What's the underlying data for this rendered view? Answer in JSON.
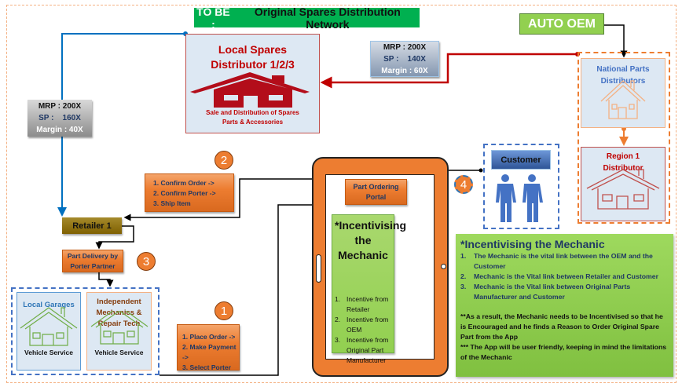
{
  "title": {
    "prefix": "TO BE :",
    "text": "Original Spares Distribution Network"
  },
  "auto_oem": "AUTO OEM",
  "local_spares": {
    "title1": "Local Spares",
    "title2": "Distributor 1/2/3",
    "sub1": "Sale and Distribution of Spares",
    "sub2": "Parts &  Accessories"
  },
  "price_local": {
    "mrp": "MRP : 200X",
    "sp": "SP :    160X",
    "margin": "Margin : 40X"
  },
  "price_national": {
    "mrp": "MRP : 200X",
    "sp": "SP :    140X",
    "margin": "Margin : 60X"
  },
  "national": {
    "line1": "National Parts",
    "line2": "Distributors"
  },
  "region": {
    "line1": "Region 1",
    "line2": "Distributor"
  },
  "customer": "Customer",
  "steps": {
    "one": "1",
    "two": "2",
    "three": "3",
    "four": "4"
  },
  "step2_items": [
    "1. Confirm Order ->",
    "2. Confirm Porter ->",
    "3. Ship Item"
  ],
  "step1_items": [
    "1. Place Order ->",
    "2. Make Payment ->",
    "3. Select Porter"
  ],
  "retailer": "Retailer 1",
  "delivery": {
    "line1": "Part Delivery by",
    "line2": "Porter Partner"
  },
  "garages": {
    "title": "Local Garages",
    "caption": "Vehicle Service"
  },
  "independent": {
    "title1": "Independent",
    "title2": "Mechanics &",
    "title3": "Repair Tech",
    "caption": "Vehicle Service"
  },
  "portal": {
    "line1": "Part Ordering",
    "line2": "Portal"
  },
  "tablet_box": {
    "title1": "*Incentivising",
    "title2": "the Mechanic",
    "items": [
      {
        "n": "1.",
        "t": "Incentive from Retailer"
      },
      {
        "n": "2.",
        "t": "Incentive from OEM"
      },
      {
        "n": "3.",
        "t": "Incentive from Original  Part Manufacturer"
      }
    ]
  },
  "incentive": {
    "title": "*Incentivising the Mechanic",
    "items": [
      {
        "n": "1.",
        "t": "The Mechanic is the vital link between the OEM and the Customer"
      },
      {
        "n": "2.",
        "t": "Mechanic is the Vital link between Retailer and Customer"
      },
      {
        "n": "3.",
        "t": "Mechanic is the Vital link between Original Parts Manufacturer and Customer"
      }
    ],
    "note1": "**As a result, the Mechanic needs to be Incentivised so that he is  Encouraged and he finds a Reason to Order Original Spare Part from the App",
    "note2": "*** The App will be user friendly, keeping in mind the limitations of the Mechanic"
  },
  "colors": {
    "green": "#00b050",
    "light_green": "#92d050",
    "orange": "#ed7d31",
    "red": "#c00000",
    "blue": "#4472c4",
    "navy": "#1f3864"
  }
}
